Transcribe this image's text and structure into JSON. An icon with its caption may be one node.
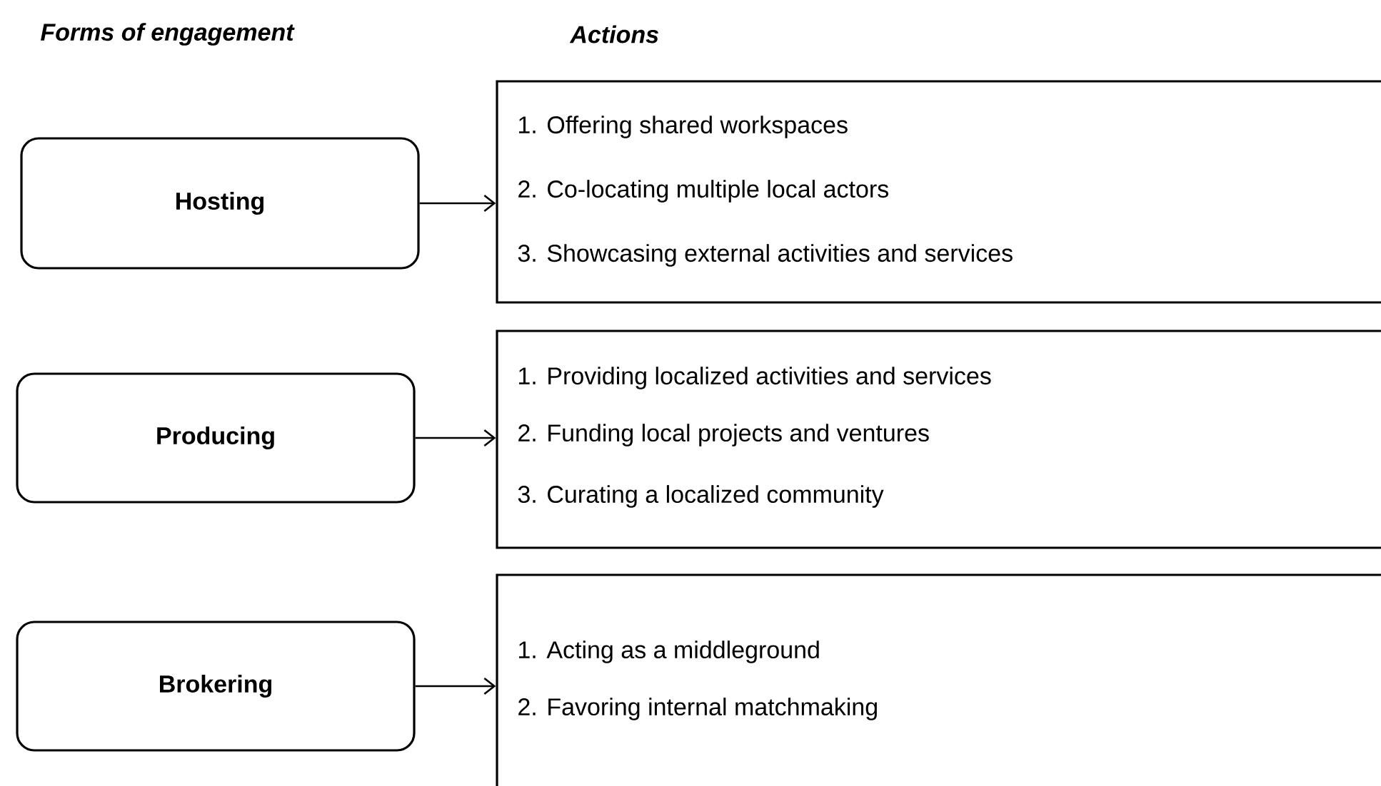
{
  "diagram": {
    "nodes": [
      {
        "text": [
          "Hosting"
        ]
      },
      {
        "text": [
          "1. Offering shared workspaces",
          "2. Co-locating multiple local actors",
          "3. Showcasing external activities and services"
        ]
      },
      {
        "text": [
          "Producing"
        ]
      },
      {
        "text": [
          "1. Providing localized activities and services",
          "2. Funding local projects and ventures",
          "3. Curating a localized community"
        ]
      },
      {
        "text": [
          "Brokering"
        ]
      },
      {
        "text": [
          "1. Acting as a middleground",
          "2. Favoring internal matchmaking"
        ]
      }
    ],
    "edges": [
      {
        "from": 0,
        "to": 1,
        "arrow": "to"
      },
      {
        "from": 2,
        "to": 3,
        "arrow": "to"
      },
      {
        "from": 4,
        "to": 5,
        "arrow": "to"
      }
    ],
    "labels": [
      "Forms of engagement",
      "Actions"
    ]
  }
}
